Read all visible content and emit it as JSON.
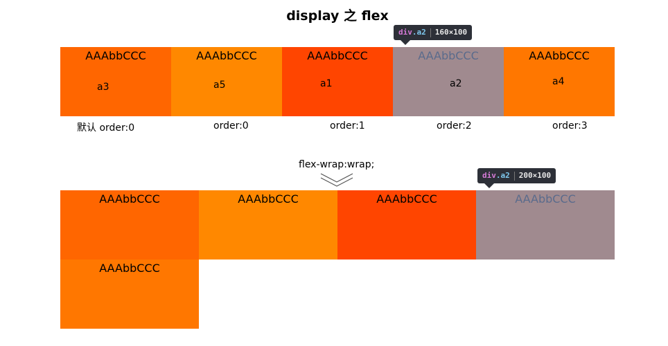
{
  "title": "display 之 flex",
  "colors": {
    "orange_dark": "#ff6600",
    "orange_light": "#ff8800",
    "orange_red": "#ff4500",
    "highlight_gray": "#a08a8f",
    "orange_mid": "#ff7700",
    "tooltip_bg": "#2d3038"
  },
  "section1": {
    "boxes": [
      {
        "text": "AAAbbCCC",
        "sub": "a3"
      },
      {
        "text": "AAAbbCCC",
        "sub": "a5"
      },
      {
        "text": "AAAbbCCC",
        "sub": "a1"
      },
      {
        "text": "AAAbbCCC",
        "sub": "a2"
      },
      {
        "text": "AAAbbCCC",
        "sub": "a4"
      }
    ],
    "labels": [
      "默认 order:0",
      "order:0",
      "order:1",
      "order:2",
      "order:3"
    ],
    "tooltip": {
      "tag": "div",
      "cls": ".a2",
      "dims": "160×100"
    }
  },
  "section2": {
    "wrap_label": "flex-wrap:wrap;",
    "boxes": [
      {
        "text": "AAAbbCCC"
      },
      {
        "text": "AAAbbCCC"
      },
      {
        "text": "AAAbbCCC"
      },
      {
        "text": "AAAbbCCC"
      },
      {
        "text": "AAAbbCCC"
      }
    ],
    "tooltip": {
      "tag": "div",
      "cls": ".a2",
      "dims": "200×100"
    }
  }
}
